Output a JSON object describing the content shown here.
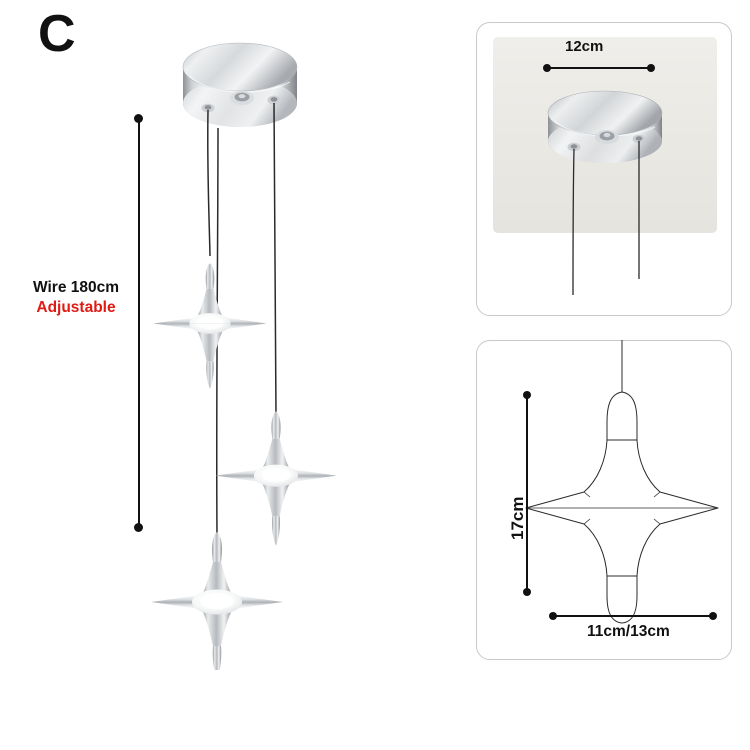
{
  "product": {
    "variant_label": "C",
    "photo_alt": "three-head chrome star pendant light on chrome ceiling canopy"
  },
  "wire_dimension": {
    "length_label": "Wire 180cm",
    "adjustable_label": "Adjustable",
    "length_color": "#111111",
    "adjustable_color": "#e01b16"
  },
  "panels": [
    {
      "id": "canopy",
      "name": "ceiling-canopy-panel",
      "dimension_label": "12cm",
      "dimension_axis": "horizontal"
    },
    {
      "id": "lamp",
      "name": "lamp-head-drawing-panel",
      "height_label": "17cm",
      "width_label": "11cm/13cm"
    }
  ],
  "colors": {
    "background": "#ffffff",
    "line": "#111111",
    "panel_border": "#c9c9c9",
    "chrome_light": "#f2f3f4",
    "chrome_mid": "#b9bcc0",
    "chrome_dark": "#7e8288",
    "accent_red": "#e01b16",
    "photo_bg": "#eae8e3"
  }
}
